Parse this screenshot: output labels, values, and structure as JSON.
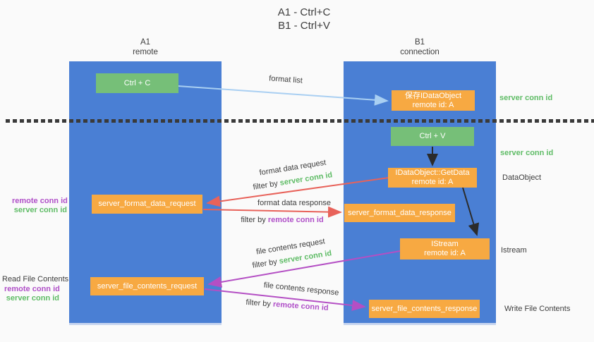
{
  "title": {
    "line1": "A1 - Ctrl+C",
    "line2": "B1 - Ctrl+V"
  },
  "columns": {
    "left": {
      "name": "A1",
      "role": "remote"
    },
    "right": {
      "name": "B1",
      "role": "connection"
    }
  },
  "nodes": {
    "ctrl_c": {
      "label": "Ctrl + C"
    },
    "ctrl_v": {
      "label": "Ctrl + V"
    },
    "save_idataobject": {
      "line1": "保存IDataObject",
      "line2": "remote id: A"
    },
    "getdata": {
      "line1": "IDataObject::GetData",
      "line2": "remote id: A"
    },
    "istream": {
      "line1": "IStream",
      "line2": "remote id: A"
    },
    "server_format_data_request": {
      "label": "server_format_data_request"
    },
    "server_format_data_response": {
      "label": "server_format_data_response"
    },
    "server_file_contents_request": {
      "label": "server_file_contents_request"
    },
    "server_file_contents_response": {
      "label": "server_file_contents_response"
    }
  },
  "arrow_labels": {
    "format_list": "format list",
    "format_data_request": "format data request",
    "format_data_response": "format data response",
    "file_contents_request": "file contents request",
    "file_contents_response": "file contents response",
    "filter_by": "filter by",
    "server_conn_id": "server conn id",
    "remote_conn_id": "remote conn id"
  },
  "side_labels": {
    "server_conn_id_top": "server conn id",
    "server_conn_id_mid": "server conn id",
    "dataobject": "DataObject",
    "istream": "Istream",
    "read_file_contents": "Read File Contents",
    "write_file_contents": "Write File Contents",
    "left_remote_conn_id": "remote conn id",
    "left_server_conn_id": "server conn id"
  },
  "colors": {
    "column_blue": "#4a7fd4",
    "node_green": "#76bf78",
    "node_orange": "#f7a942",
    "arrow_red": "#e8625a",
    "arrow_purple": "#b44fc4",
    "arrow_light_blue": "#a9cff2",
    "arrow_black": "#2b2b2b",
    "text_green": "#5fbc66",
    "text_purple": "#b050c8",
    "text_dark": "#3d3d3d"
  }
}
